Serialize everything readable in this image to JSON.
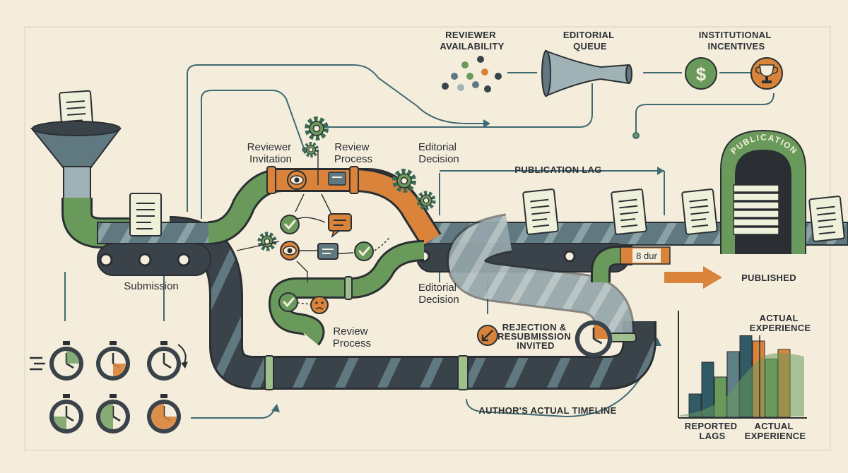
{
  "labels": {
    "reviewer_availability": [
      "REVIEWER",
      "AVAILABILITY"
    ],
    "editorial_queue": [
      "EDITORIAL",
      "QUEUE"
    ],
    "institutional_incentives": [
      "INSTITUTIONAL",
      "INCENTIVES"
    ],
    "reviewer_invitation": [
      "Reviewer",
      "Invitation"
    ],
    "review_process_top": [
      "Review",
      "Process"
    ],
    "editorial_decision_top": [
      "Editorial",
      "Decision"
    ],
    "publication_lag": "PUBLICATION LAG",
    "publication_arch": "PUBLICATION",
    "duration_badge": "8 dur",
    "published": "PUBLISHED",
    "submission": "Submission",
    "editorial_decision_bottom": [
      "Editorial",
      "Decision"
    ],
    "review_process_bottom": [
      "Review",
      "Process"
    ],
    "rejection": [
      "REJECTION &",
      "RESUBMISSION",
      "INVITED"
    ],
    "authors_timeline": "AUTHOR'S ACTUAL TIMELINE",
    "chart_top_label": [
      "ACTUAL",
      "EXPERIENCE"
    ],
    "chart_x_reported": [
      "REPORTED",
      "LAGS"
    ],
    "chart_x_actual": [
      "ACTUAL",
      "EXPERIENCE"
    ],
    "dollar_symbol": "$"
  },
  "colors": {
    "background": "#f4eddc",
    "green": "#6a9a5b",
    "dark": "#394349",
    "orange": "#d9843a",
    "slate": "#607880",
    "light_slate": "#9fb2b6",
    "paper": "#eef0da",
    "line": "#3f6a72"
  },
  "icons": [
    "document-icon",
    "gear-icon",
    "eye-icon",
    "check-icon",
    "chat-icon",
    "sad-face-icon",
    "stopwatch-icon",
    "dollar-icon",
    "trophy-icon",
    "arrow-icon"
  ],
  "chart_data": {
    "type": "bar",
    "categories": [
      "REPORTED LAGS",
      "ACTUAL EXPERIENCE"
    ],
    "series": [
      {
        "values": [
          0.22,
          0.52,
          0.38,
          0.62,
          0.77,
          0.72,
          0.55,
          0.64
        ]
      }
    ]
  }
}
